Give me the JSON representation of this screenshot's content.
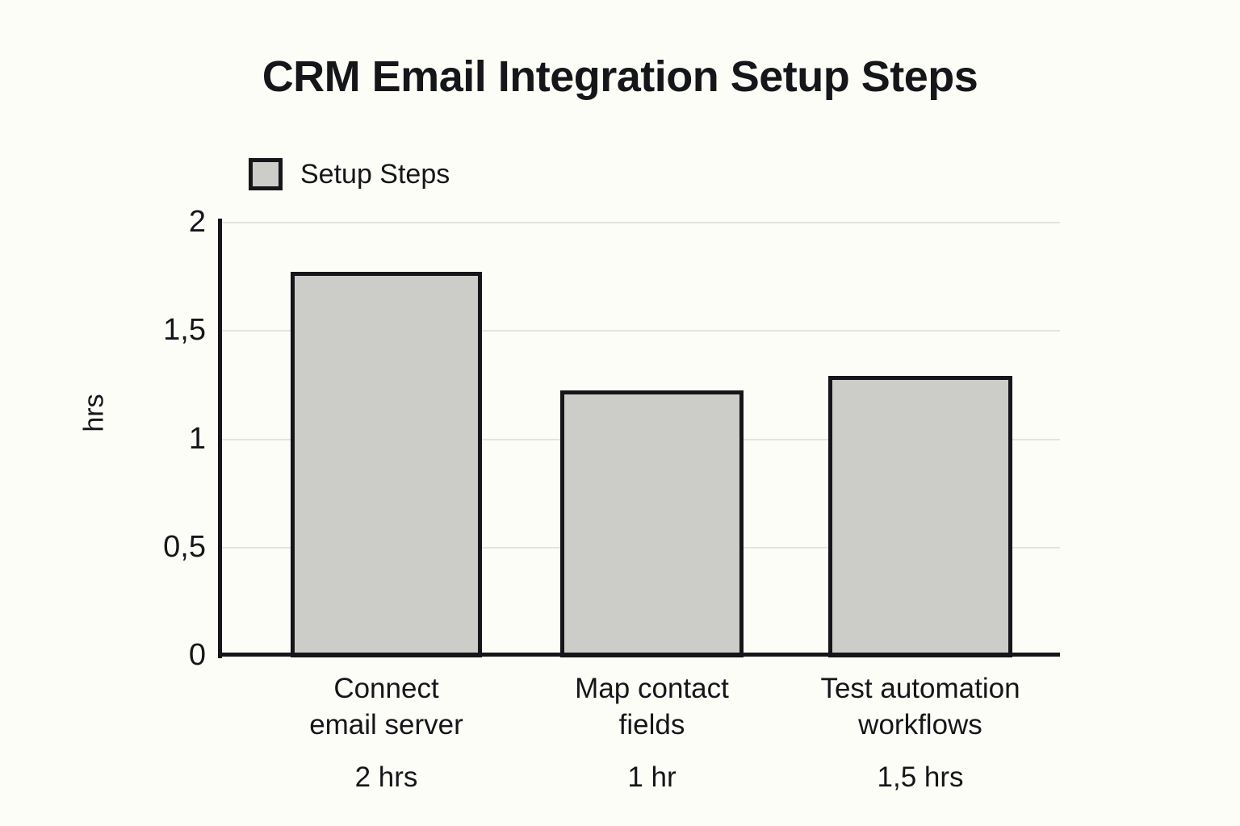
{
  "chart_data": {
    "type": "bar",
    "title": "CRM Email Integration Setup Steps",
    "xlabel": "",
    "ylabel": "hrs",
    "ylim": [
      0,
      2
    ],
    "grid": true,
    "legend_position": "top-left",
    "categories": [
      "Connect email server",
      "Map contact fields",
      "Test automation workflows"
    ],
    "category_lines": [
      [
        "Connect",
        "email server"
      ],
      [
        "Map contact",
        "fields"
      ],
      [
        "Test automation",
        "workflows"
      ]
    ],
    "category_sublabels": [
      "2 hrs",
      "1 hr",
      "1,5 hrs"
    ],
    "values": [
      1.77,
      1.22,
      1.29
    ],
    "series": [
      {
        "name": "Setup Steps",
        "values": [
          1.77,
          1.22,
          1.29
        ]
      }
    ],
    "ytick_labels": [
      "0",
      "0,5",
      "1",
      "1,5",
      "2"
    ],
    "ytick_values": [
      0,
      0.5,
      1,
      1.5,
      2
    ],
    "colors": {
      "background": "#fdfdf7",
      "bar_fill": "#ccccc8",
      "bar_edge": "#14161a",
      "gridline": "#e4e4de",
      "text": "#14161a"
    }
  },
  "legend": {
    "entries": [
      {
        "label": "Setup Steps"
      }
    ]
  }
}
